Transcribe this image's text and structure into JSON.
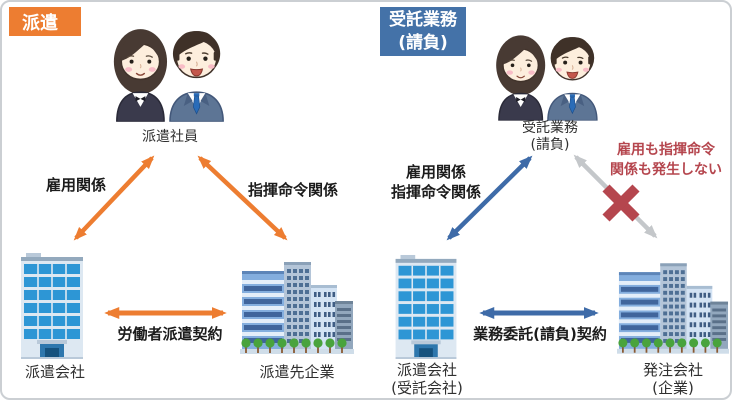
{
  "diagram": {
    "left": {
      "header": "派遣",
      "worker_label": "派遣社員",
      "employment_label": "雇用関係",
      "command_label": "指揮命令関係",
      "contract_label": "労働者派遣契約",
      "company_left": "派遣会社",
      "company_right": "派遣先企業"
    },
    "right": {
      "header_line1": "受託業務",
      "header_line2": "(請負)",
      "worker_line1": "受託業務",
      "worker_line2": "(請負)",
      "relation_line1": "雇用関係",
      "relation_line2": "指揮命令関係",
      "no_relation_line1": "雇用も指揮命令",
      "no_relation_line2": "関係も発生しない",
      "contract_label": "業務委託(請負)契約",
      "company_left_line1": "派遣会社",
      "company_left_line2": "(受託会社)",
      "company_right_line1": "発注会社",
      "company_right_line2": "(企業)"
    },
    "colors": {
      "orange": "#ed7d31",
      "blue_header": "#4472a8",
      "blue_arrow": "#3e6ba8",
      "gray_arrow": "#c4c7ca",
      "red": "#b5464e"
    },
    "illustrations": {
      "workers": "two-office-workers-illustration",
      "office_tower": "office-building-illustration",
      "office_cluster": "office-buildings-cluster-illustration",
      "cross": "red-x-mark"
    }
  }
}
